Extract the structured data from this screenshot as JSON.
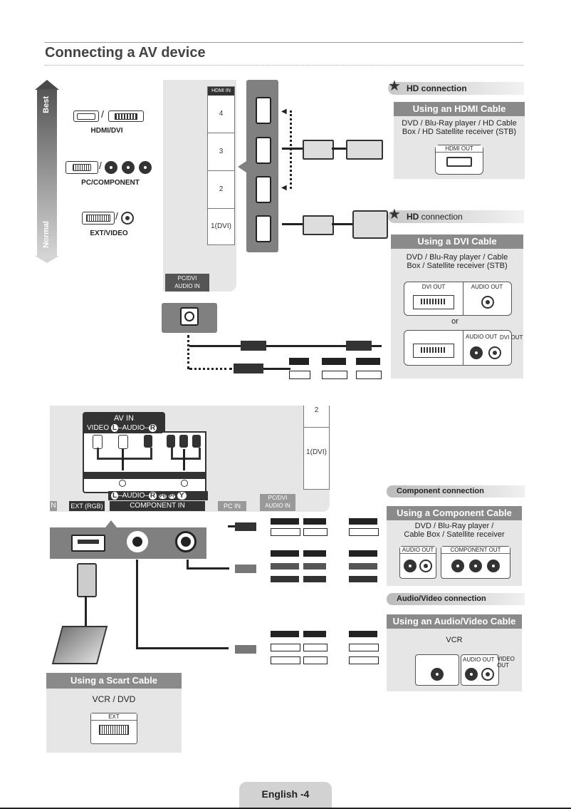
{
  "page": {
    "title": "Connecting a AV device",
    "footer": "English -4"
  },
  "quality": {
    "best": "Best",
    "normal": "Normal"
  },
  "connectors": {
    "hdmi_dvi": "HDMI/DVI",
    "pc_component": "PC/COMPONENT",
    "ext_video": "EXT/VIDEO"
  },
  "tv_top": {
    "hdmi_in": "HDMI IN",
    "slots": [
      "4",
      "3",
      "2",
      "1(DVI)"
    ],
    "pc_dvi_audio_line1": "PC/DVI",
    "pc_dvi_audio_line2": "AUDIO IN"
  },
  "hdmi_section": {
    "banner": "HD connection",
    "card_title": "Using an HDMI Cable",
    "devices_line1": "DVD / Blu-Ray player / HD Cable",
    "devices_line2": "Box / HD Satellite receiver (STB)",
    "port_label": "HDMI OUT"
  },
  "dvi_section": {
    "banner_bold": "HD",
    "banner_rest": " connection",
    "card_title": "Using a DVI Cable",
    "devices_line1": "DVD / Blu-Ray player / Cable",
    "devices_line2": "Box / Satellite receiver (STB)",
    "dvi_out": "DVI OUT",
    "audio_out": "AUDIO OUT",
    "or": "or",
    "audio_out_2": "AUDIO OUT",
    "dvi_out_2": "DVI OUT"
  },
  "tv_bottom": {
    "av_in": "AV IN",
    "video": "VIDEO",
    "audio_l": "L",
    "audio_mid": "–AUDIO–",
    "audio_r": "R",
    "component_in": "COMPONENT IN",
    "pb": "Pb",
    "pr": "Pr",
    "y": "Y",
    "ext_rgb": "EXT (RGB)",
    "pc_in": "PC IN",
    "pc_dvi_line1": "PC/DVI",
    "pc_dvi_line2": "AUDIO IN",
    "slot_2": "2",
    "slot_1dvi": "1(DVI)",
    "left_edge": "N"
  },
  "component_section": {
    "banner": "Component connection",
    "card_title": "Using a Component Cable",
    "devices_line1": "DVD / Blu-Ray player /",
    "devices_line2": "Cable Box / Satellite receiver",
    "audio_out": "AUDIO OUT",
    "component_out": "COMPONENT OUT"
  },
  "av_section": {
    "banner": "Audio/Video connection",
    "card_title": "Using an Audio/Video Cable",
    "device": "VCR",
    "audio_out": "AUDIO OUT",
    "video_out": "VIDEO OUT"
  },
  "scart_section": {
    "card_title": "Using a Scart Cable",
    "device": "VCR / DVD",
    "port_label": "EXT"
  }
}
